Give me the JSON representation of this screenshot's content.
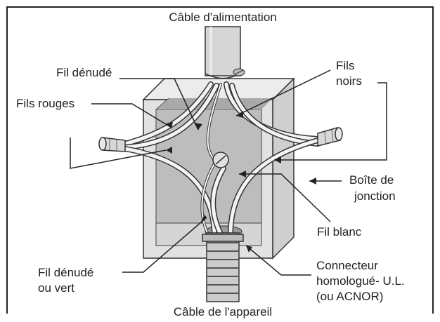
{
  "diagram": {
    "colors": {
      "frame": "#222222",
      "box_front": "#e2e2e2",
      "box_side": "#cfcfcf",
      "box_inner": "#bdbdbd",
      "wire_fill": "#f4f4f4",
      "wire_stroke": "#333333",
      "connector": "#d8d8d8"
    },
    "labels": {
      "top_cable": "Câble d'alimentation",
      "bare_wire_top": "Fil dénudé",
      "black_wires_line1": "Fils",
      "black_wires_line2": "noirs",
      "red_wires": "Fils rouges",
      "junction_box_line1": "Boîte de",
      "junction_box_line2": "jonction",
      "white_wire": "Fil blanc",
      "bare_or_green_line1": "Fil dénudé",
      "bare_or_green_line2": "ou vert",
      "connector_line1": "Connecteur",
      "connector_line2": "homologué- U.L.",
      "connector_line3": "(ou ACNOR)",
      "bottom_cable": "Câble de l'appareil"
    }
  }
}
